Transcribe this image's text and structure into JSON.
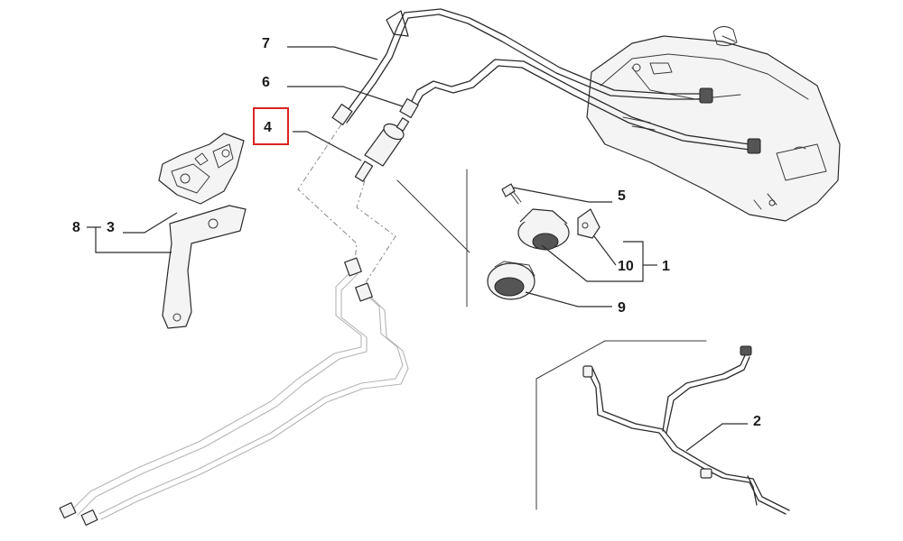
{
  "diagram": {
    "callouts": [
      {
        "id": "c7",
        "label": "7"
      },
      {
        "id": "c6",
        "label": "6"
      },
      {
        "id": "c4",
        "label": "4",
        "highlighted": true
      },
      {
        "id": "c8",
        "label": "8"
      },
      {
        "id": "c3",
        "label": "3"
      },
      {
        "id": "c5",
        "label": "5"
      },
      {
        "id": "c10",
        "label": "10"
      },
      {
        "id": "c1",
        "label": "1"
      },
      {
        "id": "c9",
        "label": "9"
      },
      {
        "id": "c2",
        "label": "2"
      }
    ],
    "highlight_color": "#d92323",
    "line_color": "#2b2b2b"
  }
}
